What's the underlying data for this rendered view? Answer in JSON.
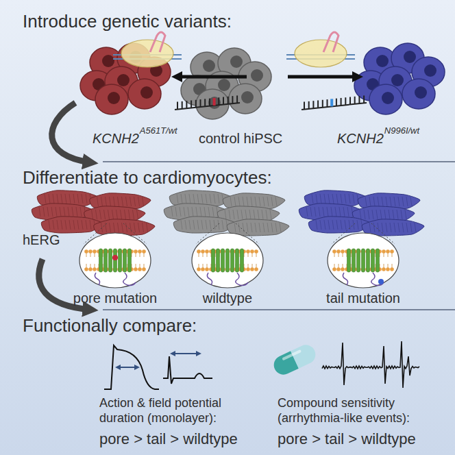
{
  "diagram": {
    "labels": [
      "Introduce genetic variants:",
      "KCNH2",
      "A561T/wt",
      "control hiPSC",
      "KCNH2",
      "N996I/wt",
      "Differentiate to cardiomyocytes:",
      "hERG",
      "pore mutation",
      "wildtype",
      "tail mutation",
      "Functionally compare:",
      "Action & field potential duration (monolayer):",
      "pore > tail > wildtype",
      "Compound sensitivity (arrhythmia-like events):",
      "pore > tail > wildtype"
    ]
  }
}
